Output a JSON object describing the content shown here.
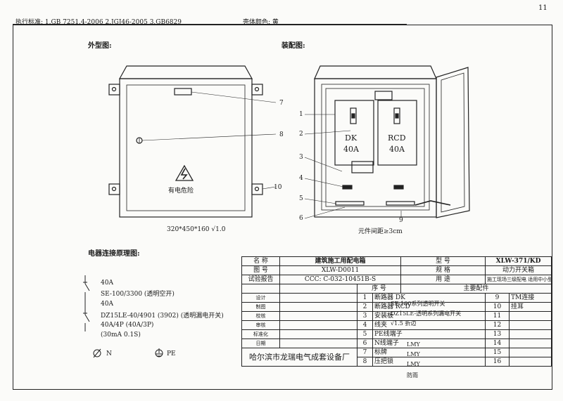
{
  "page_number": "11",
  "header": {
    "standards": "执行标准: 1.GB 7251.4-2006     2.JGJ46-2005     3.GB6829",
    "shell_color": "壳体颜色: 黄"
  },
  "exterior": {
    "title": "外型图:",
    "warning": "有电危险",
    "dimensions": "320*450*160  √1.0",
    "callouts": [
      "7",
      "8",
      "10"
    ]
  },
  "assembly": {
    "title": "装配图:",
    "breaker_dk": [
      "DK",
      "40A"
    ],
    "breaker_rcd": [
      "RCD",
      "40A"
    ],
    "callouts": [
      "1",
      "2",
      "3",
      "4",
      "5",
      "6",
      "9"
    ],
    "spacing_note": "元件间距≥3cm"
  },
  "schematic": {
    "title": "电器连接原理图:",
    "lines": [
      "40A",
      "SE-100/3300  (透明空开)",
      "40A",
      "DZ15LE-40/4901 (3902)  (透明漏电开关)",
      "40A/4P (40A/3P)",
      "(30mA 0.1S)"
    ],
    "n_label": "N",
    "pe_label": "PE"
  },
  "title_block": {
    "name_label": "名    称",
    "name_value": "建筑施工用配电箱",
    "model_label": "型    号",
    "model_value": "XLW-371/KD",
    "drawing_label": "图    号",
    "drawing_value": "XLW-D0011",
    "spec_label": "规    格",
    "spec_value": "动力开关箱",
    "report_label": "试验报告",
    "report_value": "CCC: C-032-10451B-S",
    "use_label": "用    途",
    "use_value": "施工现场三级配电 适用中小型设备",
    "seq_label": "序    号",
    "main_parts_label": "主要配件",
    "roles": [
      "设计",
      "制图",
      "校核",
      "审核",
      "标准化",
      "日期"
    ],
    "company": "哈尔滨市龙瑞电气成套设备厂"
  },
  "parts": [
    {
      "no": "1",
      "name": "断路器 DK",
      "desc": "SE-100系列透明开关",
      "no2": "9",
      "name2": "TM连接"
    },
    {
      "no": "2",
      "name": "断路器 RCD",
      "desc": "DZ15LE-透明系列漏电开关",
      "no2": "10",
      "name2": "挂耳"
    },
    {
      "no": "3",
      "name": "安装板",
      "desc": "√1.5 折边",
      "no2": "11",
      "name2": ""
    },
    {
      "no": "4",
      "name": "线夹",
      "desc": "",
      "no2": "12",
      "name2": ""
    },
    {
      "no": "5",
      "name": "PE线端子",
      "desc": "LMY",
      "no2": "13",
      "name2": ""
    },
    {
      "no": "6",
      "name": "N线端子",
      "desc": "LMY",
      "no2": "14",
      "name2": ""
    },
    {
      "no": "7",
      "name": "标牌",
      "desc": "LMY",
      "no2": "15",
      "name2": ""
    },
    {
      "no": "8",
      "name": "压把锁",
      "desc": "防雨",
      "no2": "16",
      "name2": ""
    }
  ]
}
